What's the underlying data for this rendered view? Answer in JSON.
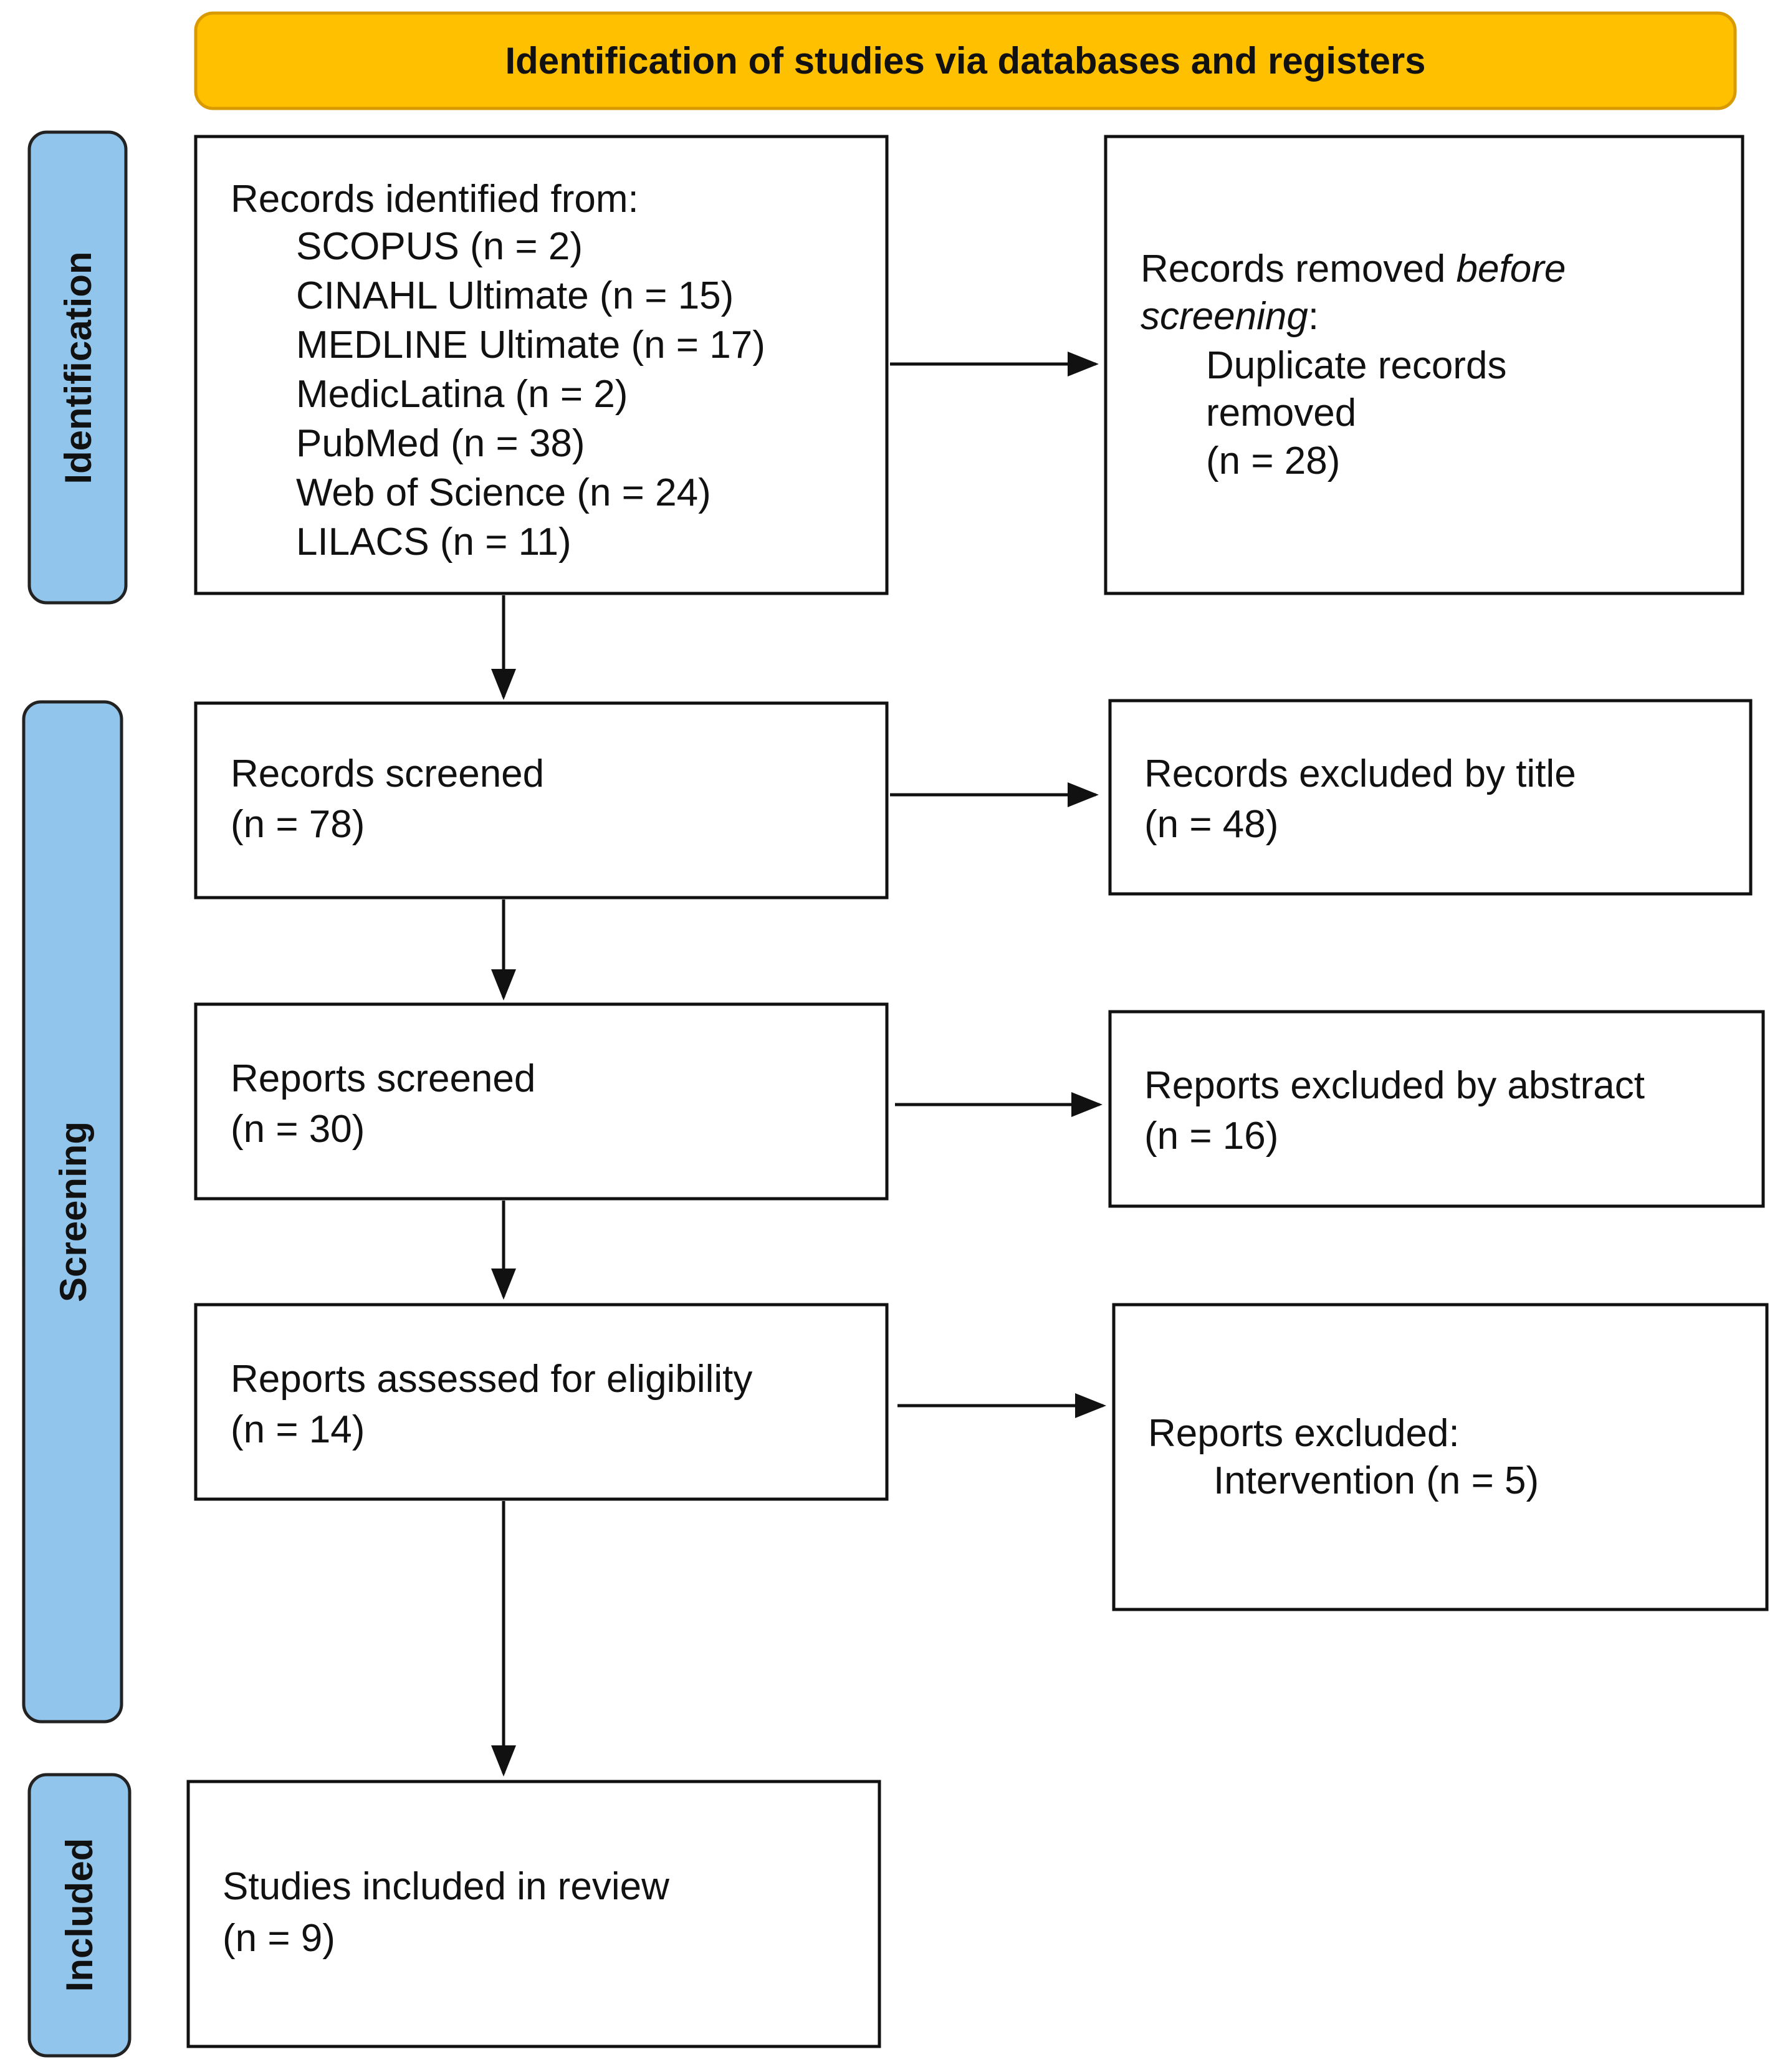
{
  "header": {
    "title": "Identification of studies via databases and registers",
    "color": "#FFC000"
  },
  "phases": {
    "identification": "Identification",
    "screening": "Screening",
    "included": "Included",
    "color": "#92C5EB"
  },
  "identified": {
    "title": "Records identified from:",
    "sources": [
      "SCOPUS (n = 2)",
      "CINAHL Ultimate (n = 15)",
      "MEDLINE Ultimate (n = 17)",
      "MedicLatina (n = 2)",
      "PubMed (n = 38)",
      "Web of Science (n = 24)",
      "LILACS (n = 11)"
    ]
  },
  "removed": {
    "line1": "Records removed ",
    "line1_italic": "before",
    "line2_italic": "screening",
    "line2_rest": ":",
    "sub1": "Duplicate records",
    "sub2": "removed",
    "sub3": "(n = 28)"
  },
  "screened": {
    "label": "Records screened",
    "n": "(n = 78)"
  },
  "excluded_title": {
    "label": "Records excluded by title",
    "n": "(n = 48)"
  },
  "reports_screened": {
    "label": "Reports screened",
    "n": "(n = 30)"
  },
  "excluded_abstract": {
    "label": "Reports excluded by abstract",
    "n": "(n = 16)"
  },
  "assessed": {
    "label": "Reports assessed for eligibility",
    "n": "(n = 14)"
  },
  "excluded": {
    "label": "Reports excluded:",
    "reason": "Intervention (n = 5)"
  },
  "included": {
    "label": "Studies included in review",
    "n": "(n = 9)"
  }
}
